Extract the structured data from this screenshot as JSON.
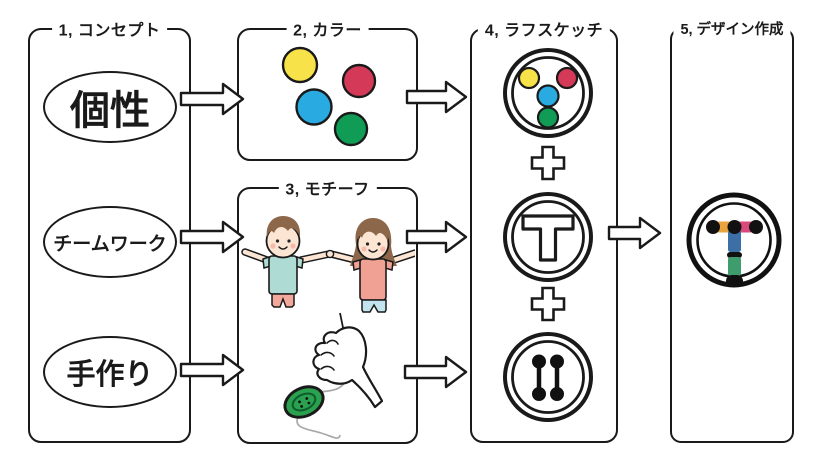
{
  "diagram": {
    "steps": [
      {
        "id": "concept",
        "label": "1, コンセプト"
      },
      {
        "id": "color",
        "label": "2, カラー"
      },
      {
        "id": "motif",
        "label": "3, モチーフ"
      },
      {
        "id": "sketch",
        "label": "4, ラフスケッチ"
      },
      {
        "id": "design",
        "label": "5, デザイン作成"
      }
    ],
    "concepts": [
      "個性",
      "チームワーク",
      "手作り"
    ],
    "palette": {
      "yellow": "#f8e24a",
      "red": "#d43a58",
      "blue": "#29abe2",
      "green": "#119c55"
    },
    "sketch_icons": [
      "color-dots-circle",
      "t-monogram-circle",
      "button-holes-circle"
    ],
    "logo": {
      "orange": "#e9a43e",
      "pink": "#d9497c",
      "blue": "#3c6fa6",
      "green": "#3f9c6d"
    },
    "illustration": {
      "skin": "#fce5d2",
      "hair": "#8d674a",
      "cheek": "#f6b3a4",
      "shirt_teal": "#aedbd3",
      "shirt_salmon": "#f0a193",
      "shorts_salmon": "#f2a99c",
      "pants_blue": "#c3e4ee",
      "thread": "#a8a8a8",
      "button_green": "#2ba14f",
      "button_ring": "#0c5c2c"
    },
    "ink": "#1a1a1a"
  }
}
